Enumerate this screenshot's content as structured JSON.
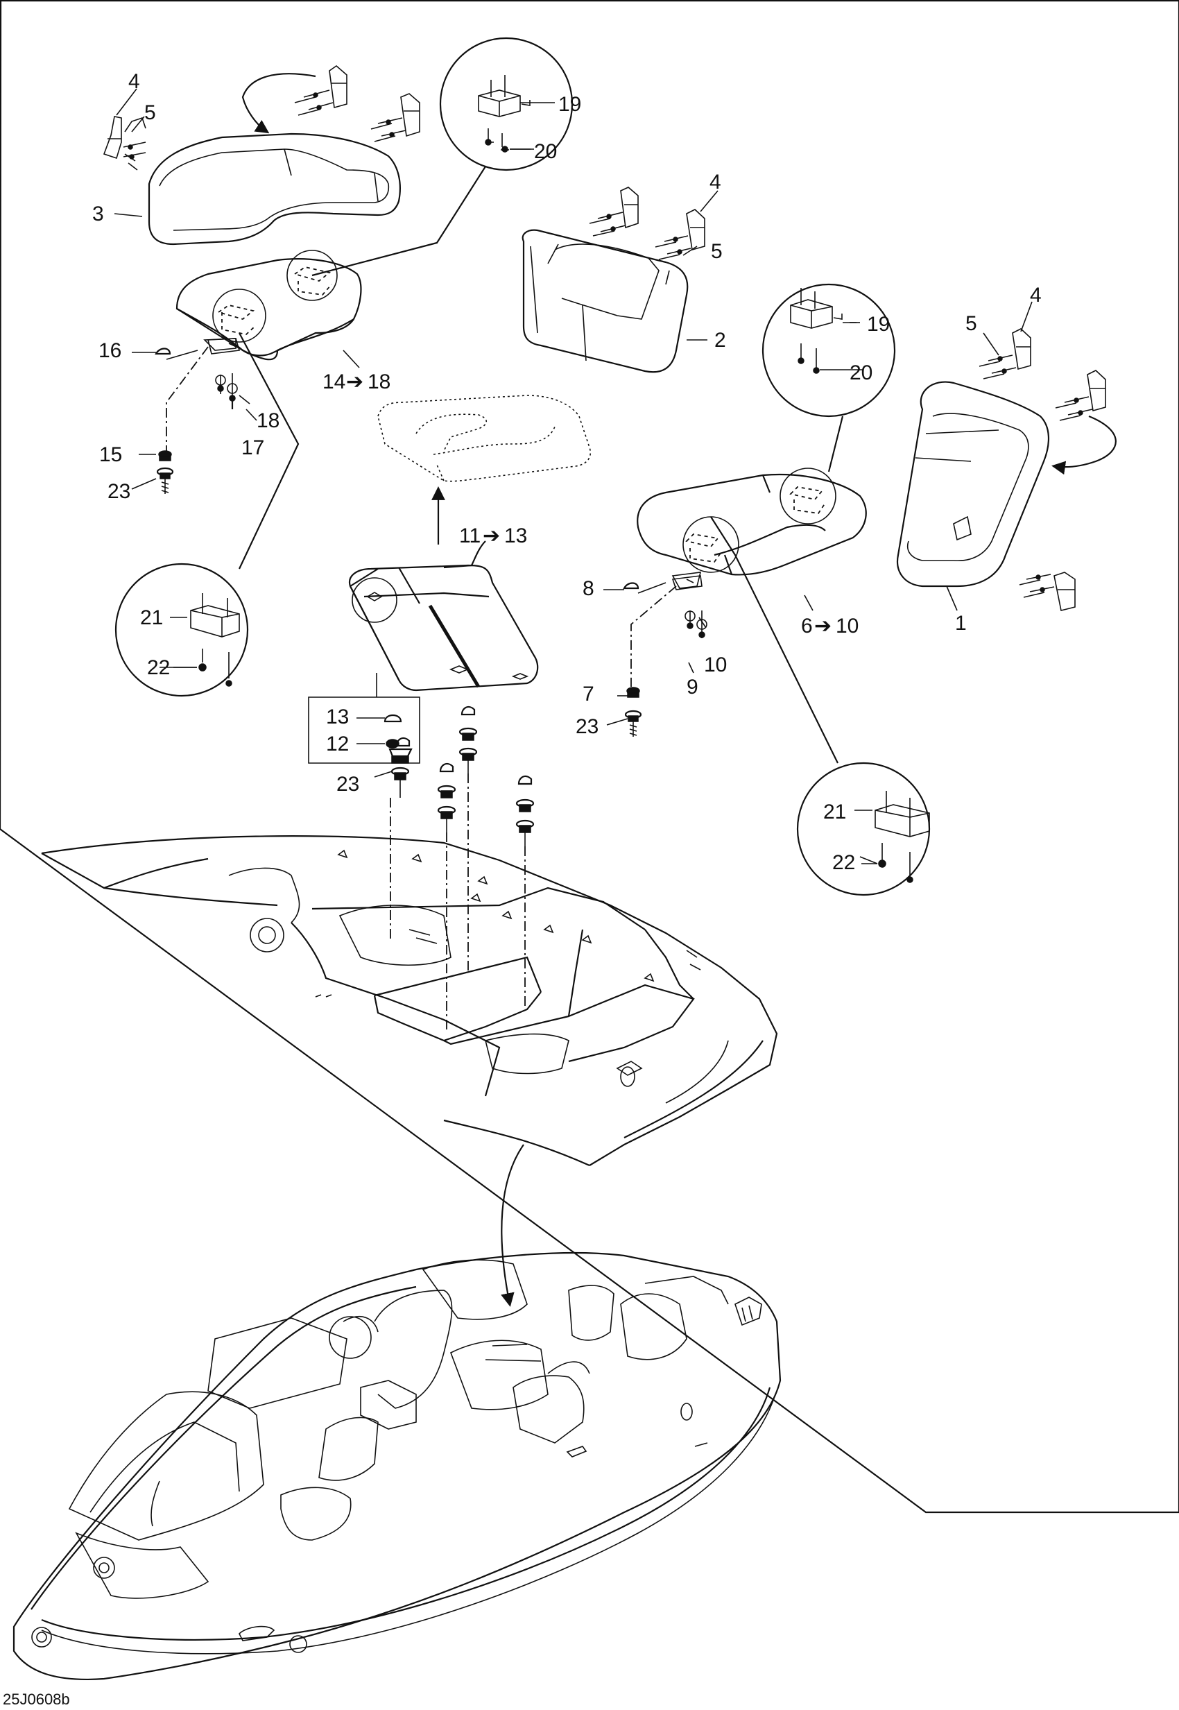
{
  "labels": {
    "c1": "1",
    "c2": "2",
    "c3": "3",
    "c4a": "4",
    "c4b": "4",
    "c4c": "4",
    "c5a": "5",
    "c5b": "5",
    "c5c": "5",
    "c6": "6",
    "c6to": "10",
    "c7": "7",
    "c8": "8",
    "c9": "9",
    "c10": "10",
    "c11": "11",
    "c11to": "13",
    "c12": "12",
    "c13": "13",
    "c14": "14",
    "c14to": "18",
    "c15": "15",
    "c16": "16",
    "c17": "17",
    "c18": "18",
    "c19a": "19",
    "c19b": "19",
    "c20a": "20",
    "c20b": "20",
    "c21a": "21",
    "c21b": "21",
    "c22a": "22",
    "c22b": "22",
    "c23a": "23",
    "c23b": "23",
    "c23c": "23"
  },
  "drawing_code": "25J0608b",
  "range_arrow": "➔"
}
